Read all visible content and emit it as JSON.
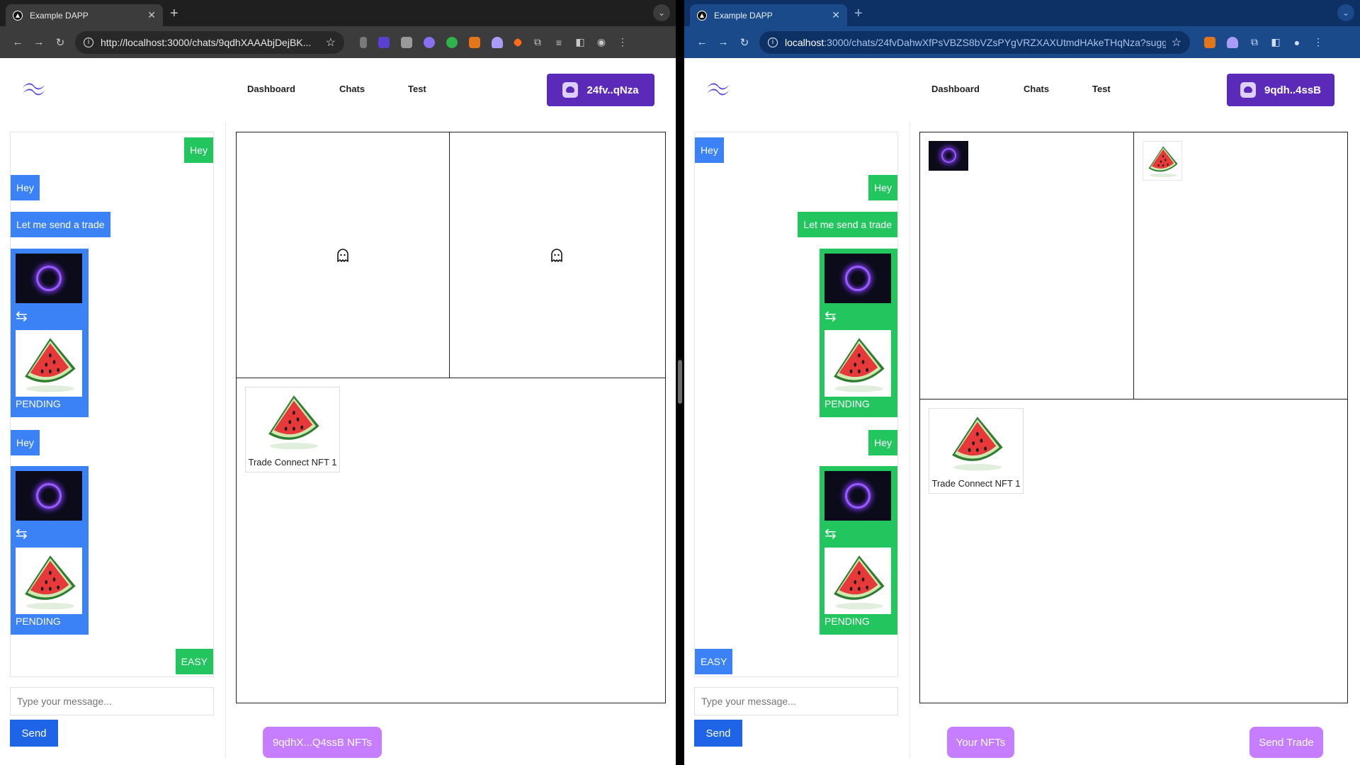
{
  "left": {
    "tab": {
      "title": "Example DAPP"
    },
    "url": "http://localhost:3000/chats/9qdhXAAAbjDejBK...",
    "nav": {
      "dashboard": "Dashboard",
      "chats": "Chats",
      "test": "Test"
    },
    "wallet_label": "24fv..qNza",
    "messages": {
      "m1": "Hey",
      "m2": "Hey",
      "m3": "Let me send a trade",
      "m4": "Hey",
      "m5": "EASY"
    },
    "trade1": {
      "swap": "⇆",
      "status": "PENDING"
    },
    "trade2": {
      "swap": "⇆",
      "status": "PENDING"
    },
    "input_placeholder": "Type your message...",
    "send_label": "Send",
    "nft_card": "Trade Connect NFT 1",
    "nfts_button": "9qdhX...Q4ssB NFTs"
  },
  "right": {
    "tab": {
      "title": "Example DAPP"
    },
    "url_prefix": "localhost",
    "url_rest": ":3000/chats/24fvDahwXfPsVBZS8bVZsPYgVRZXAXUtmdHAkeTHqNza?sugg...",
    "nav": {
      "dashboard": "Dashboard",
      "chats": "Chats",
      "test": "Test"
    },
    "wallet_label": "9qdh..4ssB",
    "messages": {
      "m1": "Hey",
      "m2": "Hey",
      "m3": "Let me send a trade",
      "m4": "Hey",
      "m5": "EASY"
    },
    "trade1": {
      "swap": "⇆",
      "status": "PENDING"
    },
    "trade2": {
      "swap": "⇆",
      "status": "PENDING"
    },
    "input_placeholder": "Type your message...",
    "send_label": "Send",
    "nft_card": "Trade Connect NFT 1",
    "your_nfts": "Your NFTs",
    "send_trade": "Send Trade"
  },
  "colors": {
    "sent_bubble": "#22c55e",
    "received_bubble": "#3b82f6",
    "wallet_button": "#5b2ab8",
    "pill_button": "#c77dff"
  },
  "icons": [
    "tailwind-logo-icon",
    "ghost-icon",
    "swap-arrows-icon",
    "wallet-icon"
  ]
}
